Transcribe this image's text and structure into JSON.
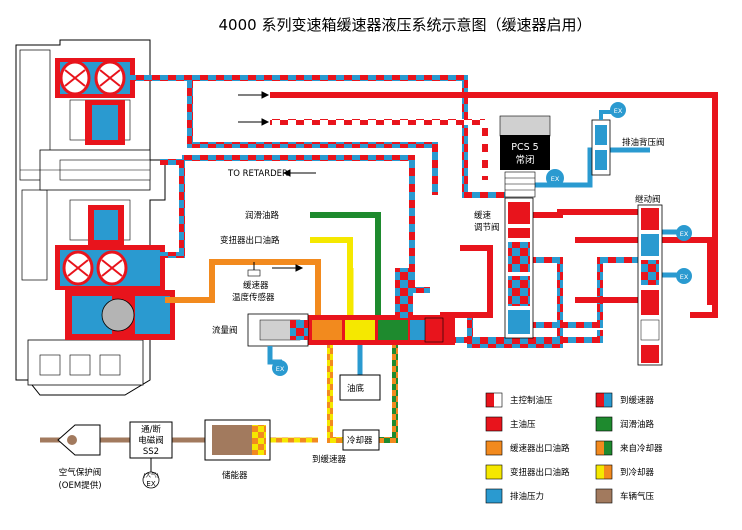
{
  "title": "4000 系列变速箱缓速器液压系统示意图（缓速器启用）",
  "labels": {
    "to_retarder": "TO RETARDER",
    "lube_circuit": "润滑油路",
    "converter_out_circuit": "变扭器出口油路",
    "retarder_temp_sensor_1": "缓速器",
    "retarder_temp_sensor_2": "温度传感器",
    "flow_valve": "流量阀",
    "sump": "油底",
    "cooler": "冷却器",
    "to_retarder_cn": "到缓速器",
    "accumulator": "储能器",
    "retarder_control_valve_1": "缓速",
    "retarder_control_valve_2": "调节阀",
    "pcs5_line1": "PCS 5",
    "pcs5_line2": "常闭",
    "exhaust_back_pressure_valve": "排油背压阀",
    "relay_valve": "继动阀",
    "ex": "EX",
    "on_off_solenoid_1": "通/断",
    "on_off_solenoid_2": "电磁阀",
    "on_off_solenoid_3": "SS2",
    "air_exhaust": "(大气)",
    "air_protection_valve": "空气保护阀",
    "oem_supplied": "(OEM提供)"
  },
  "legend": [
    {
      "label": "主控制油压",
      "colors": [
        "#e8141c",
        "#ffffff"
      ]
    },
    {
      "label": "到缓速器",
      "colors": [
        "#e8141c",
        "#2a9ad0"
      ]
    },
    {
      "label": "主油压",
      "colors": [
        "#e8141c",
        "#e8141c"
      ]
    },
    {
      "label": "润滑油路",
      "colors": [
        "#1e8a2e",
        "#1e8a2e"
      ]
    },
    {
      "label": "缓速器出口油路",
      "colors": [
        "#f28a1e",
        "#f28a1e"
      ]
    },
    {
      "label": "来自冷却器",
      "colors": [
        "#f28a1e",
        "#1e8a2e"
      ]
    },
    {
      "label": "变扭器出口油路",
      "colors": [
        "#f5e800",
        "#f5e800"
      ]
    },
    {
      "label": "到冷却器",
      "colors": [
        "#f5e800",
        "#f28a1e"
      ]
    },
    {
      "label": "排油压力",
      "colors": [
        "#2a9ad0",
        "#2a9ad0"
      ]
    },
    {
      "label": "车辆气压",
      "colors": [
        "#a27a5e",
        "#a27a5e"
      ]
    }
  ],
  "colors": {
    "red": "#e8141c",
    "blue": "#2a9ad0",
    "green": "#1e8a2e",
    "orange": "#f28a1e",
    "yellow": "#f5e800",
    "air": "#a27a5e"
  }
}
